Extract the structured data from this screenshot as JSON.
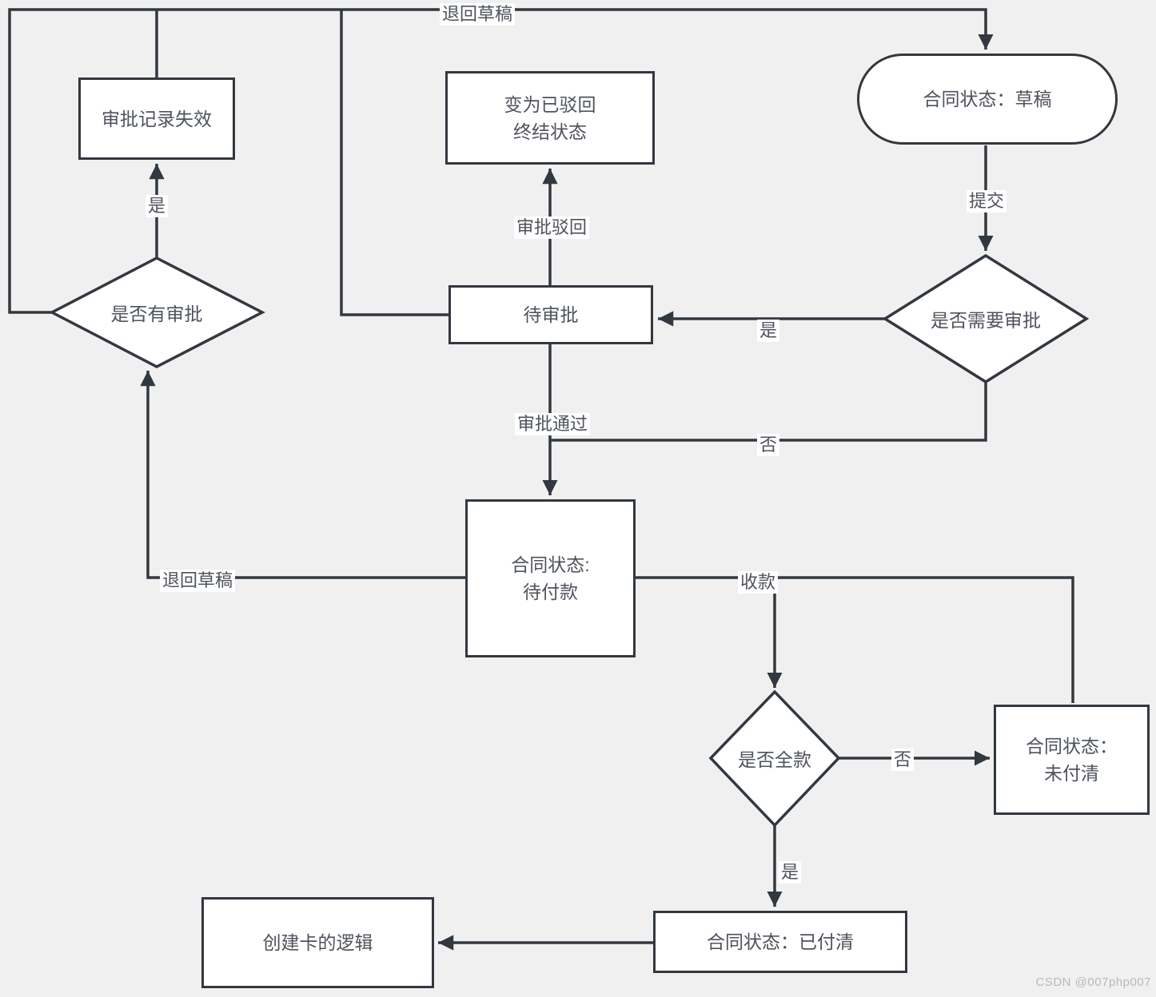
{
  "diagram": {
    "nodes": {
      "draft": {
        "label": "合同状态：草稿"
      },
      "record_invalid": {
        "label": "审批记录失效"
      },
      "rejected_terminal": {
        "line1": "变为已驳回",
        "line2": "终结状态"
      },
      "has_approval": {
        "label": "是否有审批"
      },
      "pending_approval": {
        "label": "待审批"
      },
      "need_approval": {
        "label": "是否需要审批"
      },
      "pending_payment": {
        "line1": "合同状态:",
        "line2": "待付款"
      },
      "full_payment": {
        "label": "是否全款"
      },
      "unpaid": {
        "line1": "合同状态：",
        "line2": "未付清"
      },
      "paid": {
        "label": "合同状态：已付清"
      },
      "create_card": {
        "label": "创建卡的逻辑"
      }
    },
    "edge_labels": {
      "return_draft_top": "退回草稿",
      "submit": "提交",
      "need_yes": "是",
      "need_no": "否",
      "approval_rejected": "审批驳回",
      "approval_passed": "审批通过",
      "has_yes": "是",
      "return_draft_left": "退回草稿",
      "receive_payment": "收款",
      "full_no": "否",
      "full_yes": "是"
    },
    "colors": {
      "line": "#32383f",
      "node_fill": "#ffffff",
      "background": "#f0f0f0",
      "text": "#4e535b",
      "watermark": "#b9b9b9"
    },
    "watermark": "CSDN @007php007"
  }
}
